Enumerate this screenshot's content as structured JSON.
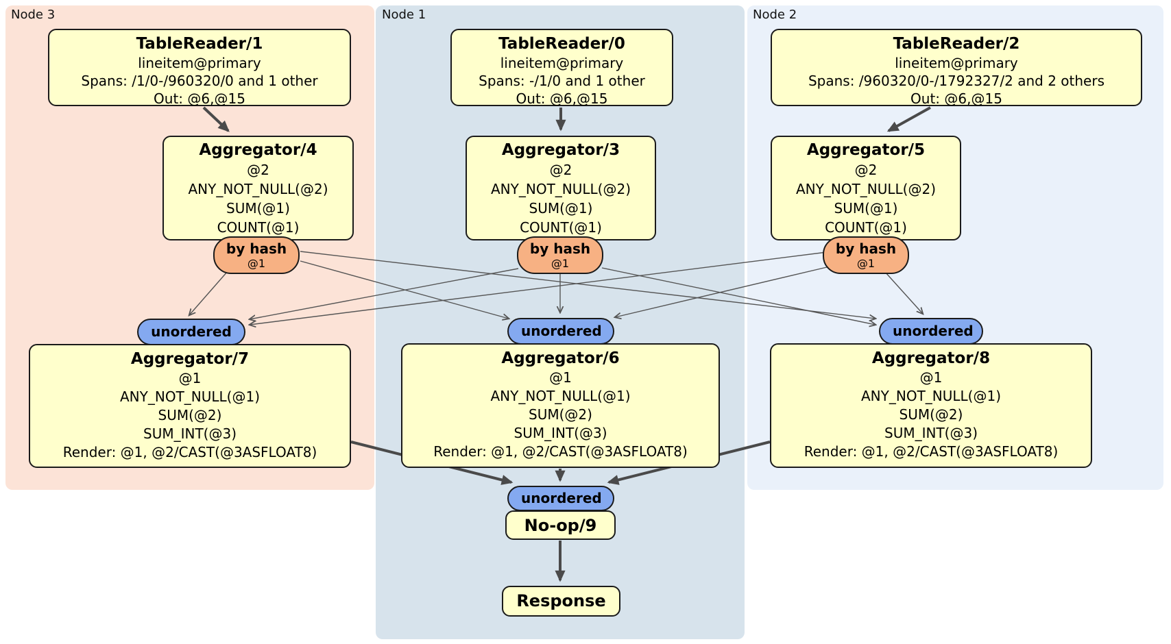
{
  "panels": {
    "node3": {
      "label": "Node 3"
    },
    "node1": {
      "label": "Node 1"
    },
    "node2": {
      "label": "Node 2"
    }
  },
  "boxes": {
    "tablereader1": {
      "title": "TableReader/1",
      "lines": [
        "lineitem@primary",
        "Spans: /1/0-/960320/0 and 1 other",
        "Out: @6,@15"
      ]
    },
    "tablereader0": {
      "title": "TableReader/0",
      "lines": [
        "lineitem@primary",
        "Spans: -/1/0 and 1 other",
        "Out: @6,@15"
      ]
    },
    "tablereader2": {
      "title": "TableReader/2",
      "lines": [
        "lineitem@primary",
        "Spans: /960320/0-/1792327/2 and 2 others",
        "Out: @6,@15"
      ]
    },
    "aggregator4": {
      "title": "Aggregator/4"
    },
    "aggregator3": {
      "title": "Aggregator/3"
    },
    "aggregator5": {
      "title": "Aggregator/5"
    },
    "aggregator7": {
      "title": "Aggregator/7"
    },
    "aggregator6": {
      "title": "Aggregator/6"
    },
    "aggregator8": {
      "title": "Aggregator/8"
    },
    "noop9": {
      "title": "No-op/9"
    },
    "response": {
      "title": "Response"
    }
  },
  "agg_stage1_lines": [
    "@2",
    "ANY_NOT_NULL(@2)",
    "SUM(@1)",
    "COUNT(@1)"
  ],
  "agg_stage2_lines": [
    "@1",
    "ANY_NOT_NULL(@1)",
    "SUM(@2)",
    "SUM_INT(@3)",
    "Render: @1, @2/CAST(@3ASFLOAT8)"
  ],
  "routers": {
    "by_hash": {
      "label": "by hash",
      "detail": "@1"
    },
    "unordered": {
      "label": "unordered"
    }
  },
  "colors": {
    "node3_bg": "#fce3d7",
    "node1_bg": "#d7e3ec",
    "node2_bg": "#eaf1fa",
    "box_fill": "#ffffcc",
    "hash_fill": "#f7b183",
    "unordered_fill": "#84a9f0",
    "border_color": "#1a1a1a",
    "thin_edge": "#555555",
    "thick_edge": "#4a4a4a"
  }
}
